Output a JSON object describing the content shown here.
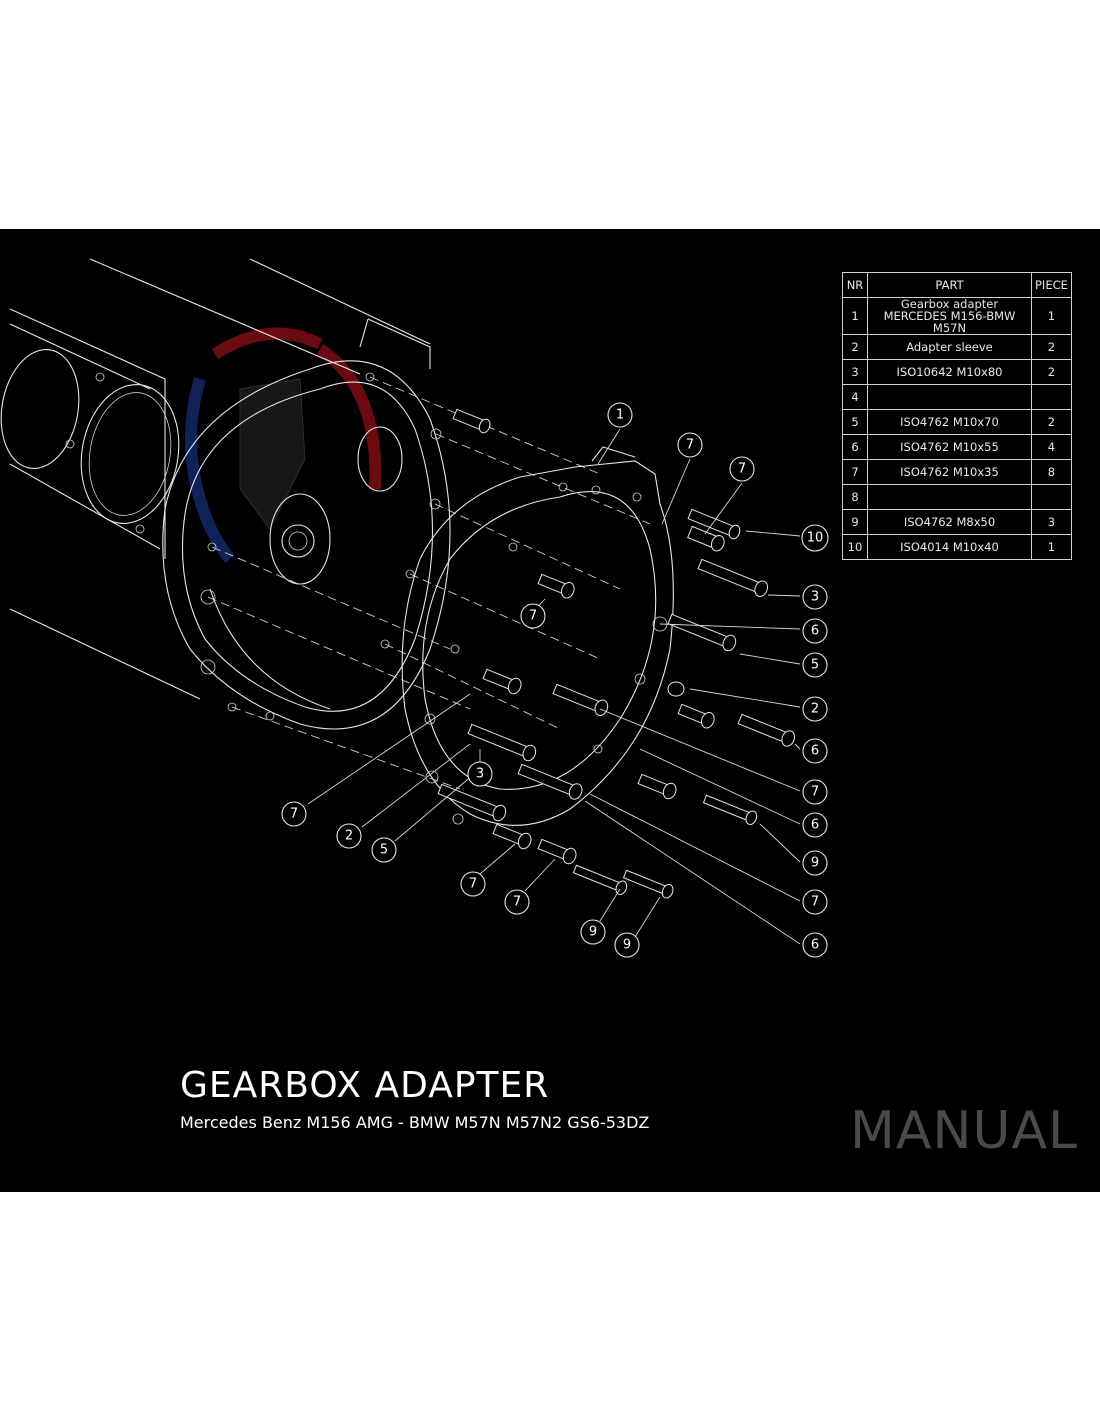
{
  "sheet": {
    "title": "GEARBOX ADAPTER",
    "subtitle": "Mercedes Benz M156 AMG - BMW M57N M57N2 GS6-53DZ",
    "badge": "MANUAL",
    "background_color": "#000000",
    "line_color": "#e6e6e6",
    "logo_colors": [
      "#c0151e",
      "#1f3fa0"
    ]
  },
  "bom": {
    "headers": {
      "nr": "NR",
      "part": "PART",
      "piece": "PIECE"
    },
    "rows": [
      {
        "nr": "1",
        "part": "Gearbox adapter MERCEDES M156-BMW M57N",
        "piece": "1"
      },
      {
        "nr": "2",
        "part": "Adapter sleeve",
        "piece": "2"
      },
      {
        "nr": "3",
        "part": "ISO10642 M10x80",
        "piece": "2"
      },
      {
        "nr": "4",
        "part": "",
        "piece": ""
      },
      {
        "nr": "5",
        "part": "ISO4762 M10x70",
        "piece": "2"
      },
      {
        "nr": "6",
        "part": "ISO4762 M10x55",
        "piece": "4"
      },
      {
        "nr": "7",
        "part": "ISO4762 M10x35",
        "piece": "8"
      },
      {
        "nr": "8",
        "part": "",
        "piece": ""
      },
      {
        "nr": "9",
        "part": "ISO4762 M8x50",
        "piece": "3"
      },
      {
        "nr": "10",
        "part": "ISO4014 M10x40",
        "piece": "1"
      }
    ]
  },
  "balloons": [
    "1",
    "7",
    "7",
    "10",
    "3",
    "7",
    "6",
    "5",
    "2",
    "6",
    "3",
    "7",
    "6",
    "9",
    "7",
    "6",
    "7",
    "2",
    "5",
    "7",
    "7",
    "9",
    "9"
  ]
}
